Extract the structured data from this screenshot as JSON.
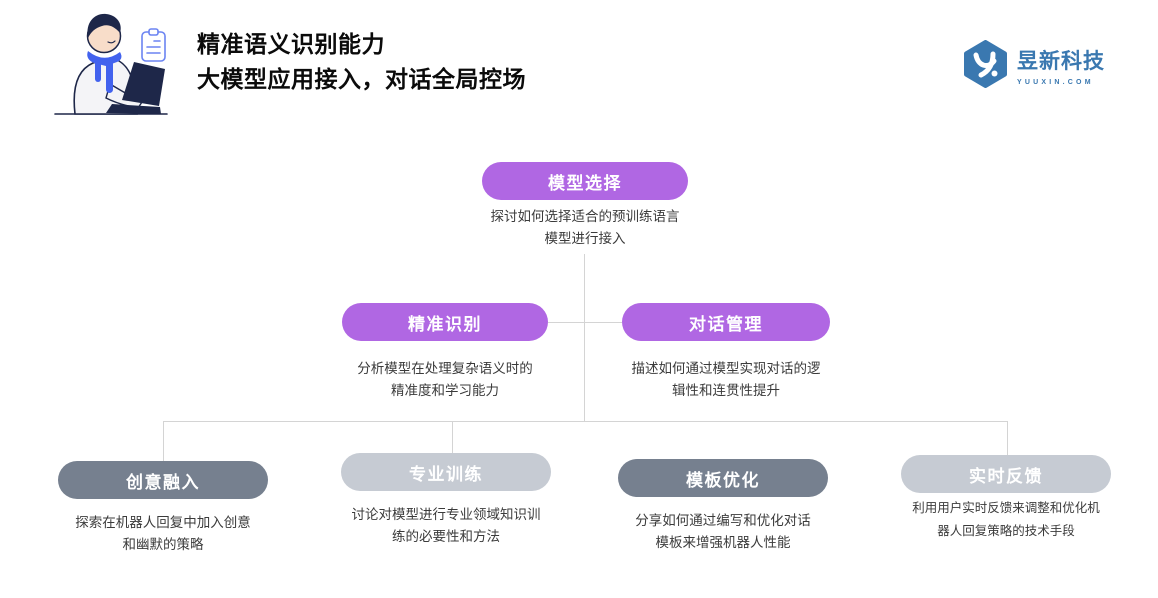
{
  "header": {
    "title": "精准语义识别能力\n大模型应用接入，对话全局控场",
    "logo_name": "昱新科技",
    "logo_domain": "YUUXIN.COM"
  },
  "colors": {
    "node_purple": "#b067e3",
    "node_dark_gray": "#76808f",
    "node_light_gray": "#c6cbd3",
    "logo_blue": "#3a78b0",
    "connector_gray": "#d4d4d4",
    "illustration_navy": "#1e2749",
    "illustration_scarf_blue": "#4262ee"
  },
  "tree": {
    "root": {
      "label": "模型选择",
      "desc": "探讨如何选择适合的预训练语言\n模型进行接入"
    },
    "mid": [
      {
        "label": "精准识别",
        "desc": "分析模型在处理复杂语义时的\n精准度和学习能力"
      },
      {
        "label": "对话管理",
        "desc": "描述如何通过模型实现对话的逻\n辑性和连贯性提升"
      }
    ],
    "leaf": [
      {
        "label": "创意融入",
        "desc": "探索在机器人回复中加入创意\n和幽默的策略"
      },
      {
        "label": "专业训练",
        "desc": "讨论对模型进行专业领域知识训\n练的必要性和方法"
      },
      {
        "label": "模板优化",
        "desc": "分享如何通过编写和优化对话\n模板来增强机器人性能"
      },
      {
        "label": "实时反馈",
        "desc": "利用用户实时反馈来调整和优化机\n器人回复策略的技术手段"
      }
    ]
  }
}
